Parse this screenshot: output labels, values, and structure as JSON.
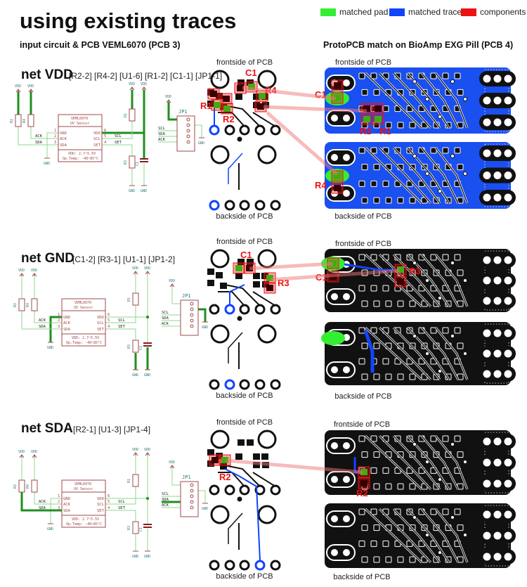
{
  "title": "using existing traces",
  "legend": [
    {
      "label": "matched pad",
      "color": "#33ee33"
    },
    {
      "label": "matched traces",
      "color": "#1144ff"
    },
    {
      "label": "components",
      "color": "#ee1111"
    }
  ],
  "subtitles": {
    "left": "input circuit & PCB VEML6070 (PCB 3)",
    "right": "ProtoPCB match on BioAmp EXG Pill (PCB 4)"
  },
  "pcb_labels": {
    "front": "frontside of PCB",
    "back": "backside of PCB"
  },
  "schematic": {
    "vdd": "VDD",
    "gnd": "GND",
    "r1": "R1",
    "r2": "R2",
    "r3": "R3",
    "r4": "R4",
    "c1": "C1",
    "jp1": "JP1",
    "chip_name": "VEML6070",
    "chip_desc": "UV Sensor",
    "pin_gnd": "GND",
    "pin_ack": "ACK",
    "pin_sda": "SDA",
    "pin_vdd": "VDD",
    "pin_scl": "SCL",
    "pin_set": "SET",
    "n1": "1",
    "n2": "2",
    "n3": "3",
    "n4": "4",
    "n5": "5",
    "n6": "6",
    "spec1": "VDD: 2.7~5.5V",
    "spec2": "Op.Temp: -40~85°C",
    "net_ack": "ACK",
    "net_sda": "SDA",
    "net_scl": "SCL",
    "net_set": "SET"
  },
  "sections": [
    {
      "net": "net VDD",
      "pins": "[R2-2] [R4-2] [U1-6] [R1-2] [C1-1] [JP1-1]",
      "small_labels": [
        "C1",
        "R4",
        "R1",
        "R2"
      ],
      "big_labels": [
        "C1",
        "R2",
        "R1",
        "R4"
      ]
    },
    {
      "net": "net GND",
      "pins": "[C1-2] [R3-1] [U1-1] [JP1-2]",
      "small_labels": [
        "C1",
        "R3"
      ],
      "big_labels": [
        "C1",
        "R3"
      ]
    },
    {
      "net": "net SDA",
      "pins": "[R2-1] [U1-3] [JP1-4]",
      "small_labels": [
        "R2"
      ],
      "big_labels": [
        "R2"
      ]
    }
  ]
}
